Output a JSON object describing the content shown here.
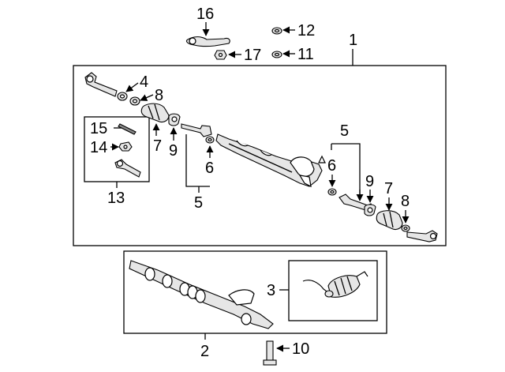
{
  "diagram": {
    "callouts": [
      {
        "key": "c1",
        "label": "1"
      },
      {
        "key": "c2",
        "label": "2"
      },
      {
        "key": "c3",
        "label": "3"
      },
      {
        "key": "c4",
        "label": "4"
      },
      {
        "key": "c5a",
        "label": "5"
      },
      {
        "key": "c5b",
        "label": "5"
      },
      {
        "key": "c6a",
        "label": "6"
      },
      {
        "key": "c6b",
        "label": "6"
      },
      {
        "key": "c7a",
        "label": "7"
      },
      {
        "key": "c7b",
        "label": "7"
      },
      {
        "key": "c8a",
        "label": "8"
      },
      {
        "key": "c8b",
        "label": "8"
      },
      {
        "key": "c9a",
        "label": "9"
      },
      {
        "key": "c9b",
        "label": "9"
      },
      {
        "key": "c10",
        "label": "10"
      },
      {
        "key": "c11",
        "label": "11"
      },
      {
        "key": "c12",
        "label": "12"
      },
      {
        "key": "c13",
        "label": "13"
      },
      {
        "key": "c14",
        "label": "14"
      },
      {
        "key": "c15",
        "label": "15"
      },
      {
        "key": "c16",
        "label": "16"
      },
      {
        "key": "c17",
        "label": "17"
      }
    ]
  }
}
